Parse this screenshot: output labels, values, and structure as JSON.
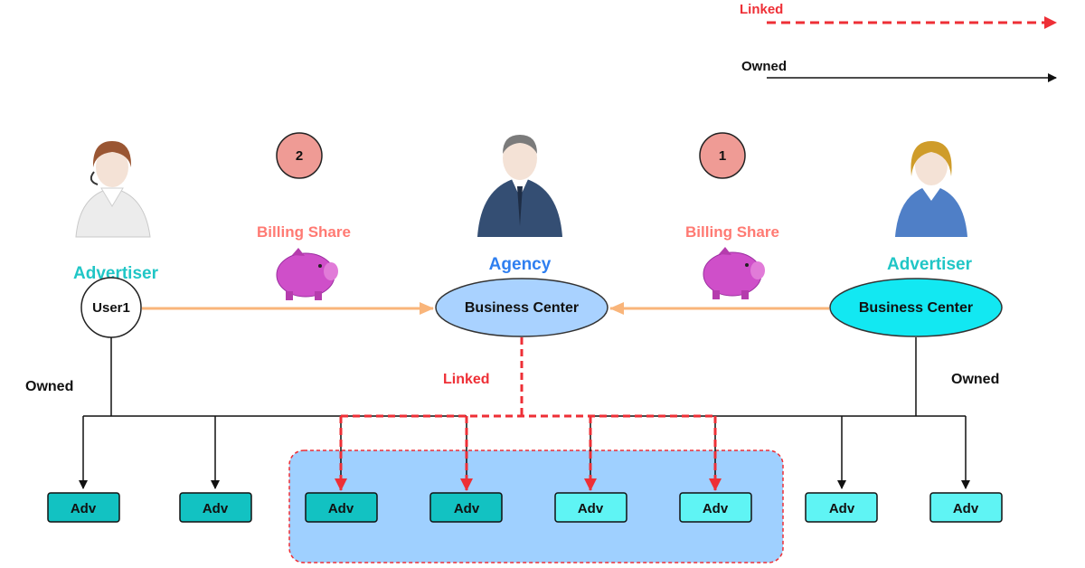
{
  "legend": {
    "linked_label": "Linked",
    "owned_label": "Owned"
  },
  "left": {
    "role": "Advertiser",
    "node": "User1",
    "owned_label": "Owned"
  },
  "center": {
    "role": "Agency",
    "node": "Business Center",
    "linked_label": "Linked"
  },
  "right": {
    "role": "Advertiser",
    "node": "Business Center",
    "owned_label": "Owned"
  },
  "billing": [
    {
      "step": "2",
      "label": "Billing Share"
    },
    {
      "step": "1",
      "label": "Billing Share"
    }
  ],
  "adv_boxes": [
    "Adv",
    "Adv",
    "Adv",
    "Adv",
    "Adv",
    "Adv",
    "Adv",
    "Adv"
  ],
  "colors": {
    "linked": "#ee2f36",
    "owned": "#111111",
    "billing_arrow": "#f9b57a",
    "billing_text": "#ff7a73",
    "advertiser_role": "#20c6c6",
    "agency_role": "#2f7ff0",
    "agency_node": "#a9d2ff",
    "right_node": "#12e8f2",
    "adv_teal": "#12c2c2",
    "adv_light": "#5ff4f4",
    "step_badge": "#ef9b95",
    "linked_zone": "#9fd0ff"
  }
}
